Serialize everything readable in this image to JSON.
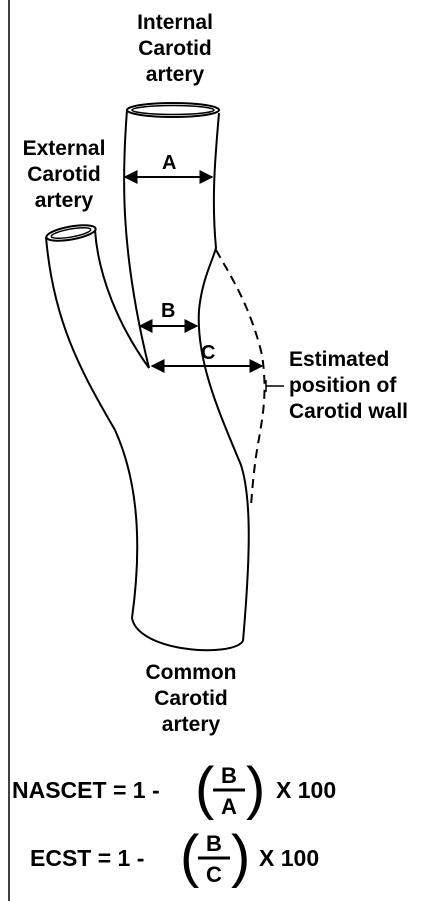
{
  "labels": {
    "internal": [
      "Internal",
      "Carotid",
      "artery"
    ],
    "external": [
      "External",
      "Carotid",
      "artery"
    ],
    "common": [
      "Common",
      "Carotid",
      "artery"
    ],
    "estimated": [
      "Estimated",
      "position of",
      "Carotid wall"
    ]
  },
  "dimensions": {
    "a": "A",
    "b": "B",
    "c": "C"
  },
  "formulas": {
    "nascet": {
      "lhs": "NASCET = 1 -",
      "numerator": "B",
      "denominator": "A",
      "rhs": "X  100"
    },
    "ecst": {
      "lhs": "ECST  =  1 -",
      "numerator": "B",
      "denominator": "C",
      "rhs": "X  100"
    }
  },
  "colors": {
    "ink": "#000000",
    "background": "#ffffff"
  }
}
